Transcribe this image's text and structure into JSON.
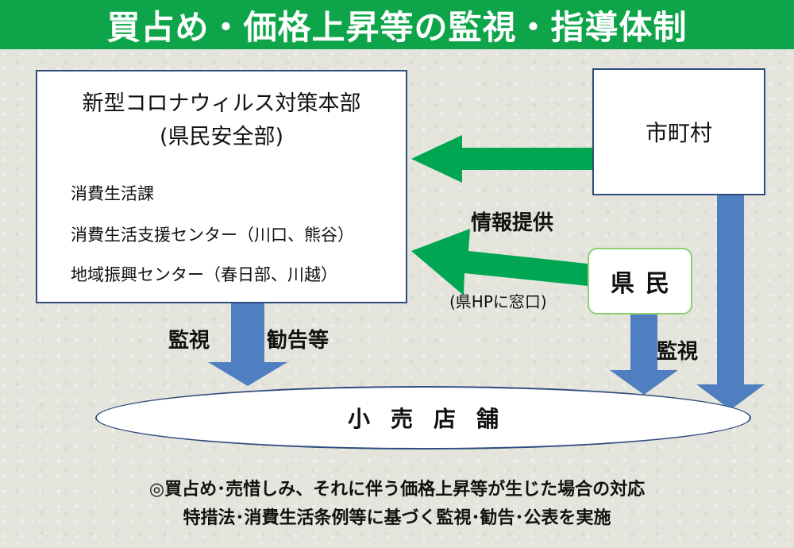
{
  "title": "買占め・価格上昇等の監視・指導体制",
  "hq": {
    "name": "新型コロナウィルス対策本部",
    "dept": "(県民安全部)",
    "units": [
      "消費生活課",
      "消費生活支援センター（川口、熊谷）",
      "地域振興センター（春日部、川越）"
    ]
  },
  "municipality": "市町村",
  "residents": "県民",
  "info_label": "情報提供",
  "channel_label": "(県HPに窓口)",
  "hq_actions": {
    "monitor": "監視",
    "advice": "勧告等"
  },
  "resident_action": "監視",
  "retail": "小売店舗",
  "notes": [
    "◎買占め･売惜しみ、それに伴う価格上昇等が生じた場合の対応",
    "特措法･消費生活条例等に基づく監視･勧告･公表を実施"
  ],
  "colors": {
    "title_bg": "#0ea54a",
    "green_arrow": "#00a651",
    "blue_arrow": "#4f7fc1",
    "box_border": "#2d4c7c",
    "resident_border": "#8ed072"
  }
}
